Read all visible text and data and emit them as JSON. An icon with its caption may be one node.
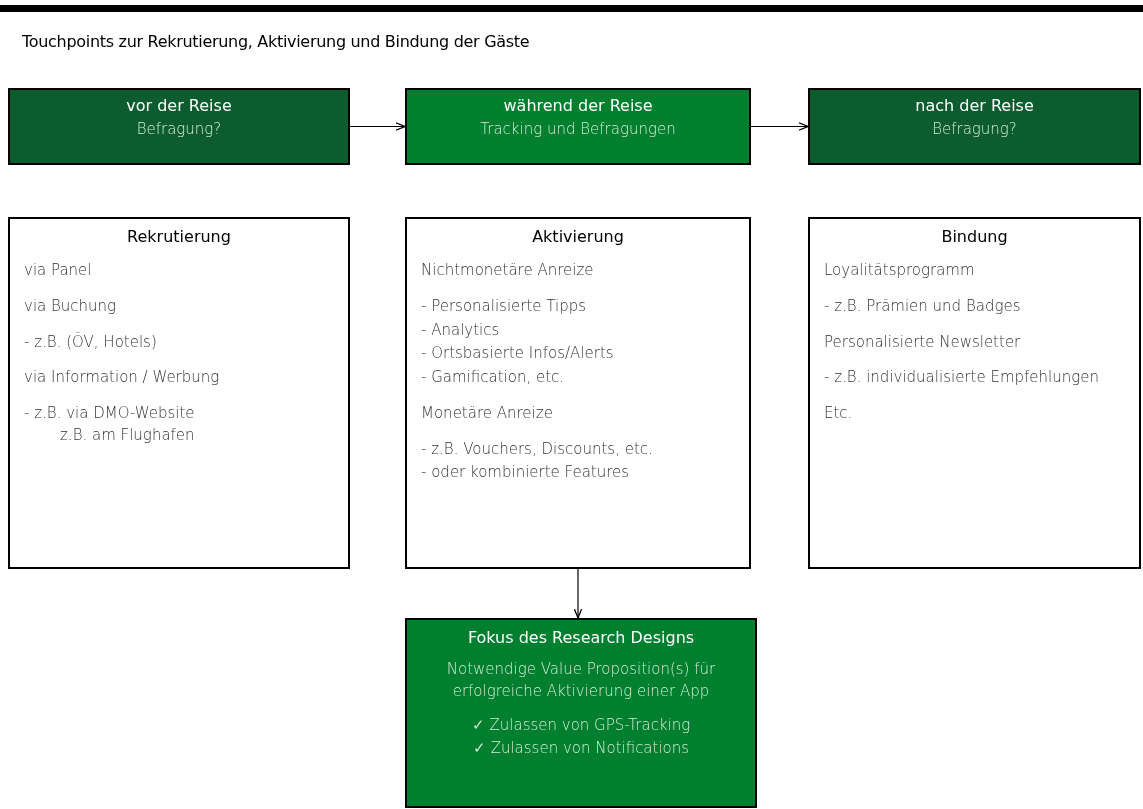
{
  "diagram": {
    "title": "Touchpoints zur Rekrutierung, Aktivierung und Bindung der Gäste",
    "nodes": [
      {
        "text": [
          "vor der Reise",
          "Befragung?"
        ]
      },
      {
        "text": [
          "während der Reise",
          "Tracking und Befragungen"
        ]
      },
      {
        "text": [
          "nach der Reise",
          "Befragung?"
        ]
      },
      {
        "text": [
          "Rekrutierung",
          "via Panel",
          "via Buchung",
          "- z.B. (ÖV, Hotels)",
          "via Information / Werbung",
          "- z.B. via DMO-Website",
          "z.B. am Flughafen"
        ]
      },
      {
        "text": [
          "Aktivierung",
          "Nichtmonetäre Anreize",
          "- Personalisierte Tipps",
          "- Analytics",
          "- Ortsbasierte Infos/Alerts",
          "- Gamification, etc.",
          "Monetäre Anreize",
          "- z.B. Vouchers, Discounts, etc.",
          "- oder kombinierte Features"
        ]
      },
      {
        "text": [
          "Bindung",
          "Loyalitätsprogramm",
          "- z.B. Prämien und Badges",
          "Personalisierte Newsletter",
          "- z.B. individualisierte Empfehlungen",
          "Etc."
        ]
      },
      {
        "text": [
          "Fokus des Research Designs",
          "Notwendige Value Proposition(s) für erfolgreiche Aktivierung einer App",
          "✓ Zulassen von GPS-Tracking",
          "✓ Zulassen von Notifications"
        ]
      }
    ],
    "edges": [
      {
        "from": 0,
        "to": 1,
        "arrow": "to"
      },
      {
        "from": 1,
        "to": 2,
        "arrow": "to"
      },
      {
        "from": 4,
        "to": 6,
        "arrow": "to"
      }
    ]
  }
}
